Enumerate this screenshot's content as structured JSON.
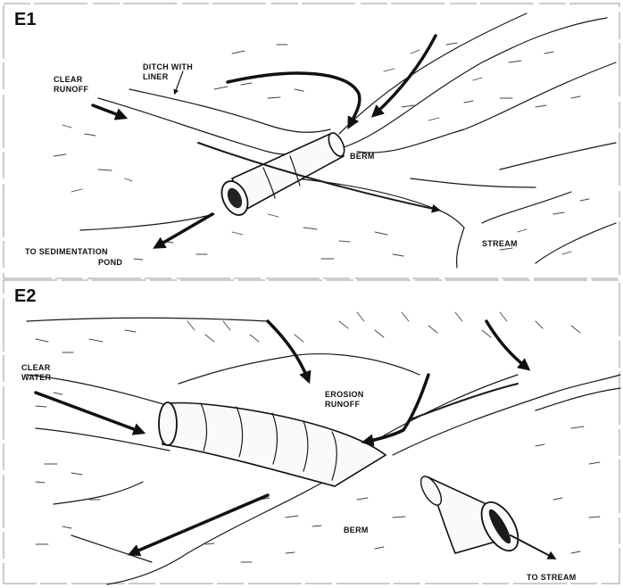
{
  "panels": [
    {
      "id": "E1",
      "label": "E1",
      "callouts": {
        "clear_runoff": [
          "CLEAR",
          "RUNOFF"
        ],
        "ditch_with_liner": [
          "DITCH WITH",
          "LINER"
        ],
        "berm": "BERM",
        "to_sedimentation_pond": [
          "TO SEDIMENTATION",
          "POND"
        ],
        "stream": "STREAM"
      }
    },
    {
      "id": "E2",
      "label": "E2",
      "callouts": {
        "clear_water": [
          "CLEAR",
          "WATER"
        ],
        "erosion_runoff": [
          "EROSION",
          "RUNOFF"
        ],
        "berm": "BERM",
        "to_stream": "TO STREAM"
      }
    }
  ]
}
